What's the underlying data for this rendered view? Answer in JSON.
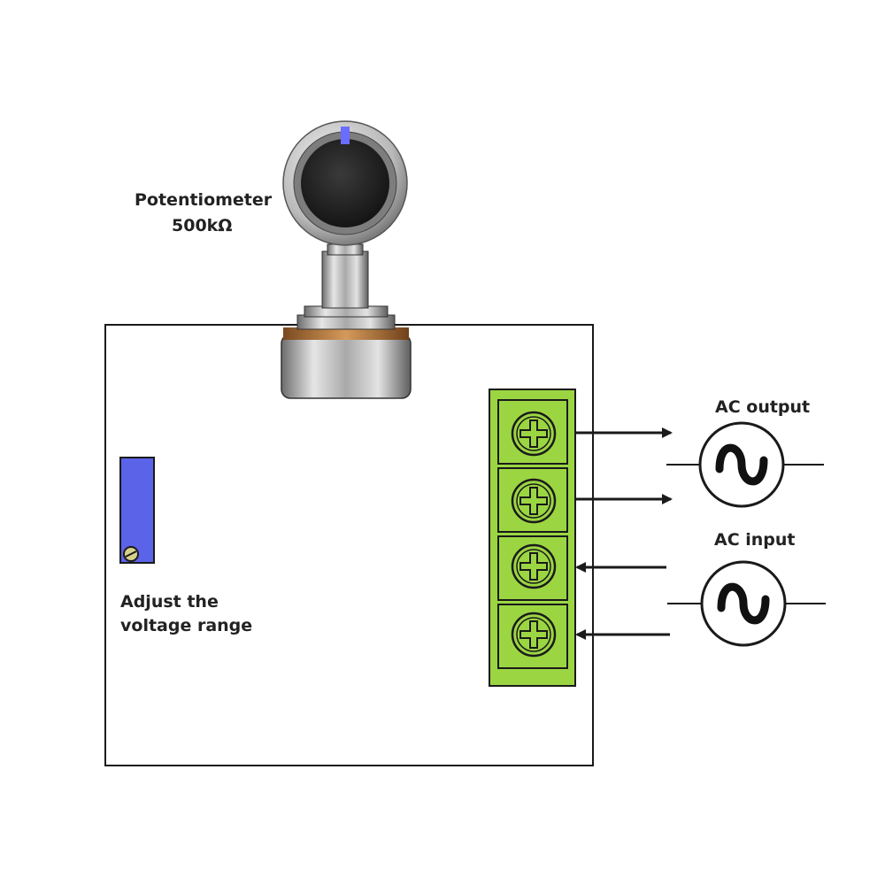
{
  "potentiometer": {
    "label": "Potentiometer",
    "value": "500kΩ"
  },
  "adjust": {
    "line1": "Adjust the",
    "line2": "voltage range"
  },
  "ac_output": {
    "label": "AC output"
  },
  "ac_input": {
    "label": "AC input"
  },
  "colors": {
    "terminal_block": "#9bd642",
    "trimmer": "#5b63e8",
    "knob_indicator": "#6a6cff",
    "outline": "#1a1a1a"
  },
  "icons": [
    "potentiometer-knob-icon",
    "screw-terminal-icon",
    "ac-source-icon",
    "trimmer-screw-icon",
    "arrow-icon"
  ]
}
